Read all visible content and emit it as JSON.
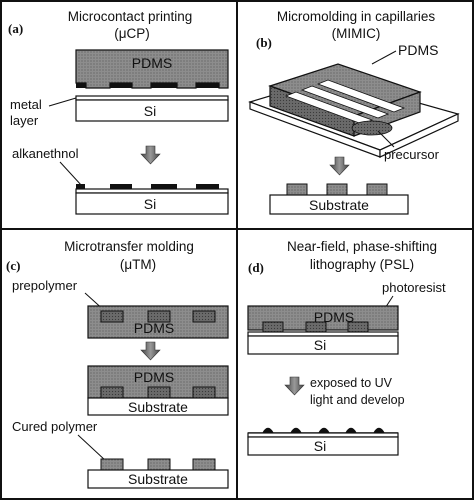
{
  "panels": {
    "a": {
      "tag": "(a)",
      "title_line1": "Microcontact printing",
      "title_line2": "(μCP)",
      "stamp_label": "PDMS",
      "substrate_label": "Si",
      "substrate2_label": "Si",
      "metal_line1": "metal",
      "metal_line2": "layer",
      "sam_label": "alkanethnol"
    },
    "b": {
      "tag": "(b)",
      "title_line1": "Micromolding in capillaries",
      "title_line2": "(MIMIC)",
      "stamp_label": "PDMS",
      "precursor_label": "precursor",
      "substrate_label": "Substrate"
    },
    "c": {
      "tag": "(c)",
      "title_line1": "Microtransfer molding",
      "title_line2": "(μTM)",
      "prepolymer_label": "prepolymer",
      "stamp_label": "PDMS",
      "stamp2_label": "PDMS",
      "substrate_label": "Substrate",
      "substrate2_label": "Substrate",
      "cured_label": "Cured polymer"
    },
    "d": {
      "tag": "(d)",
      "title_line1": "Near-field, phase-shifting",
      "title_line2": "lithography (PSL)",
      "photoresist_label": "photoresist",
      "stamp_label": "PDMS",
      "substrate_label": "Si",
      "substrate2_label": "Si",
      "exposure_line1": "exposed to UV",
      "exposure_line2": "light and develop"
    }
  }
}
